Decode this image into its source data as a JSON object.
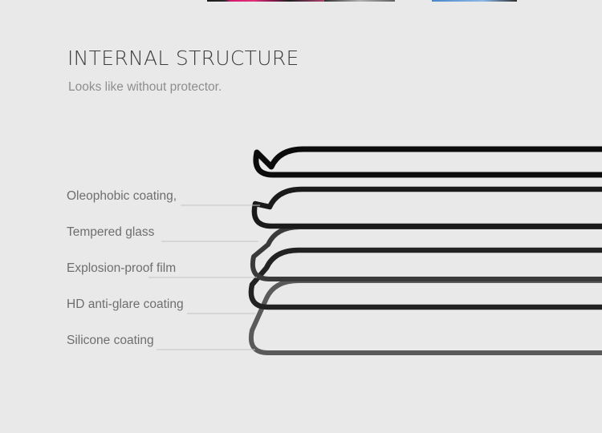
{
  "header": {
    "title": "INTERNAL STRUCTURE",
    "subtitle": "Looks like without protector."
  },
  "layers": [
    {
      "label": "Oleophobic coating,",
      "color": "#0b0b0b"
    },
    {
      "label": "Tempered glass",
      "color": "#1a1a1a"
    },
    {
      "label": "Explosion-proof film",
      "color": "#3a3a3a"
    },
    {
      "label": "HD anti-glare coating",
      "color": "#222222"
    },
    {
      "label": "Silicone coating",
      "color": "#5a5a5a"
    }
  ],
  "colors": {
    "background": "#e9e9e9",
    "title": "#3c3c3c",
    "subtitle": "#8e8e8e",
    "label": "#6e6e6e",
    "leader_line": "#c4c4c4"
  }
}
